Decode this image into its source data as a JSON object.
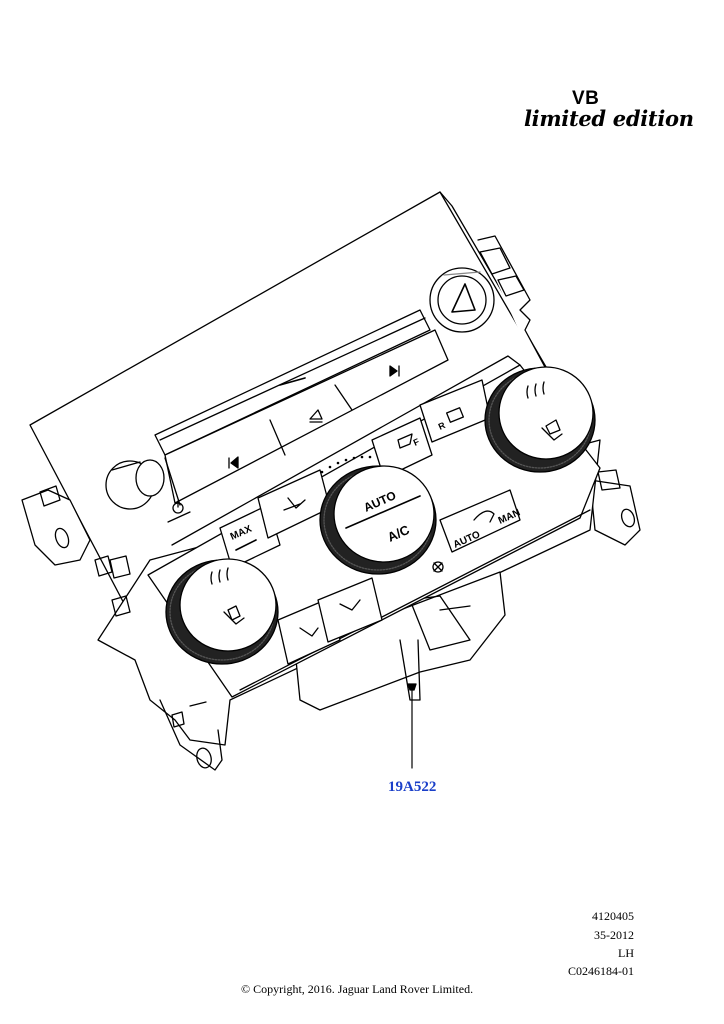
{
  "header": {
    "code": "VB",
    "subtitle": "limited edition"
  },
  "callout": {
    "part_number": "19A522"
  },
  "panel_labels": {
    "max": "MAX",
    "auto_center": "AUTO",
    "ac": "A/C",
    "auto_low": "AUTO",
    "man": "MAN",
    "front": "F",
    "rear": "R"
  },
  "icons": [
    "eject-icon",
    "skip-back-icon",
    "skip-forward-icon",
    "hazard-triangle-icon",
    "power-icon",
    "heated-seat-icon",
    "vent-face-icon",
    "vent-feet-icon",
    "windscreen-defrost-icon",
    "rear-defrost-icon",
    "recirculation-icon",
    "fan-icon"
  ],
  "footer": {
    "ref1": "4120405",
    "ref2": "35-2012",
    "ref3": "LH",
    "ref4": "C0246184-01",
    "copyright": "© Copyright, 2016. Jaguar Land Rover Limited."
  }
}
